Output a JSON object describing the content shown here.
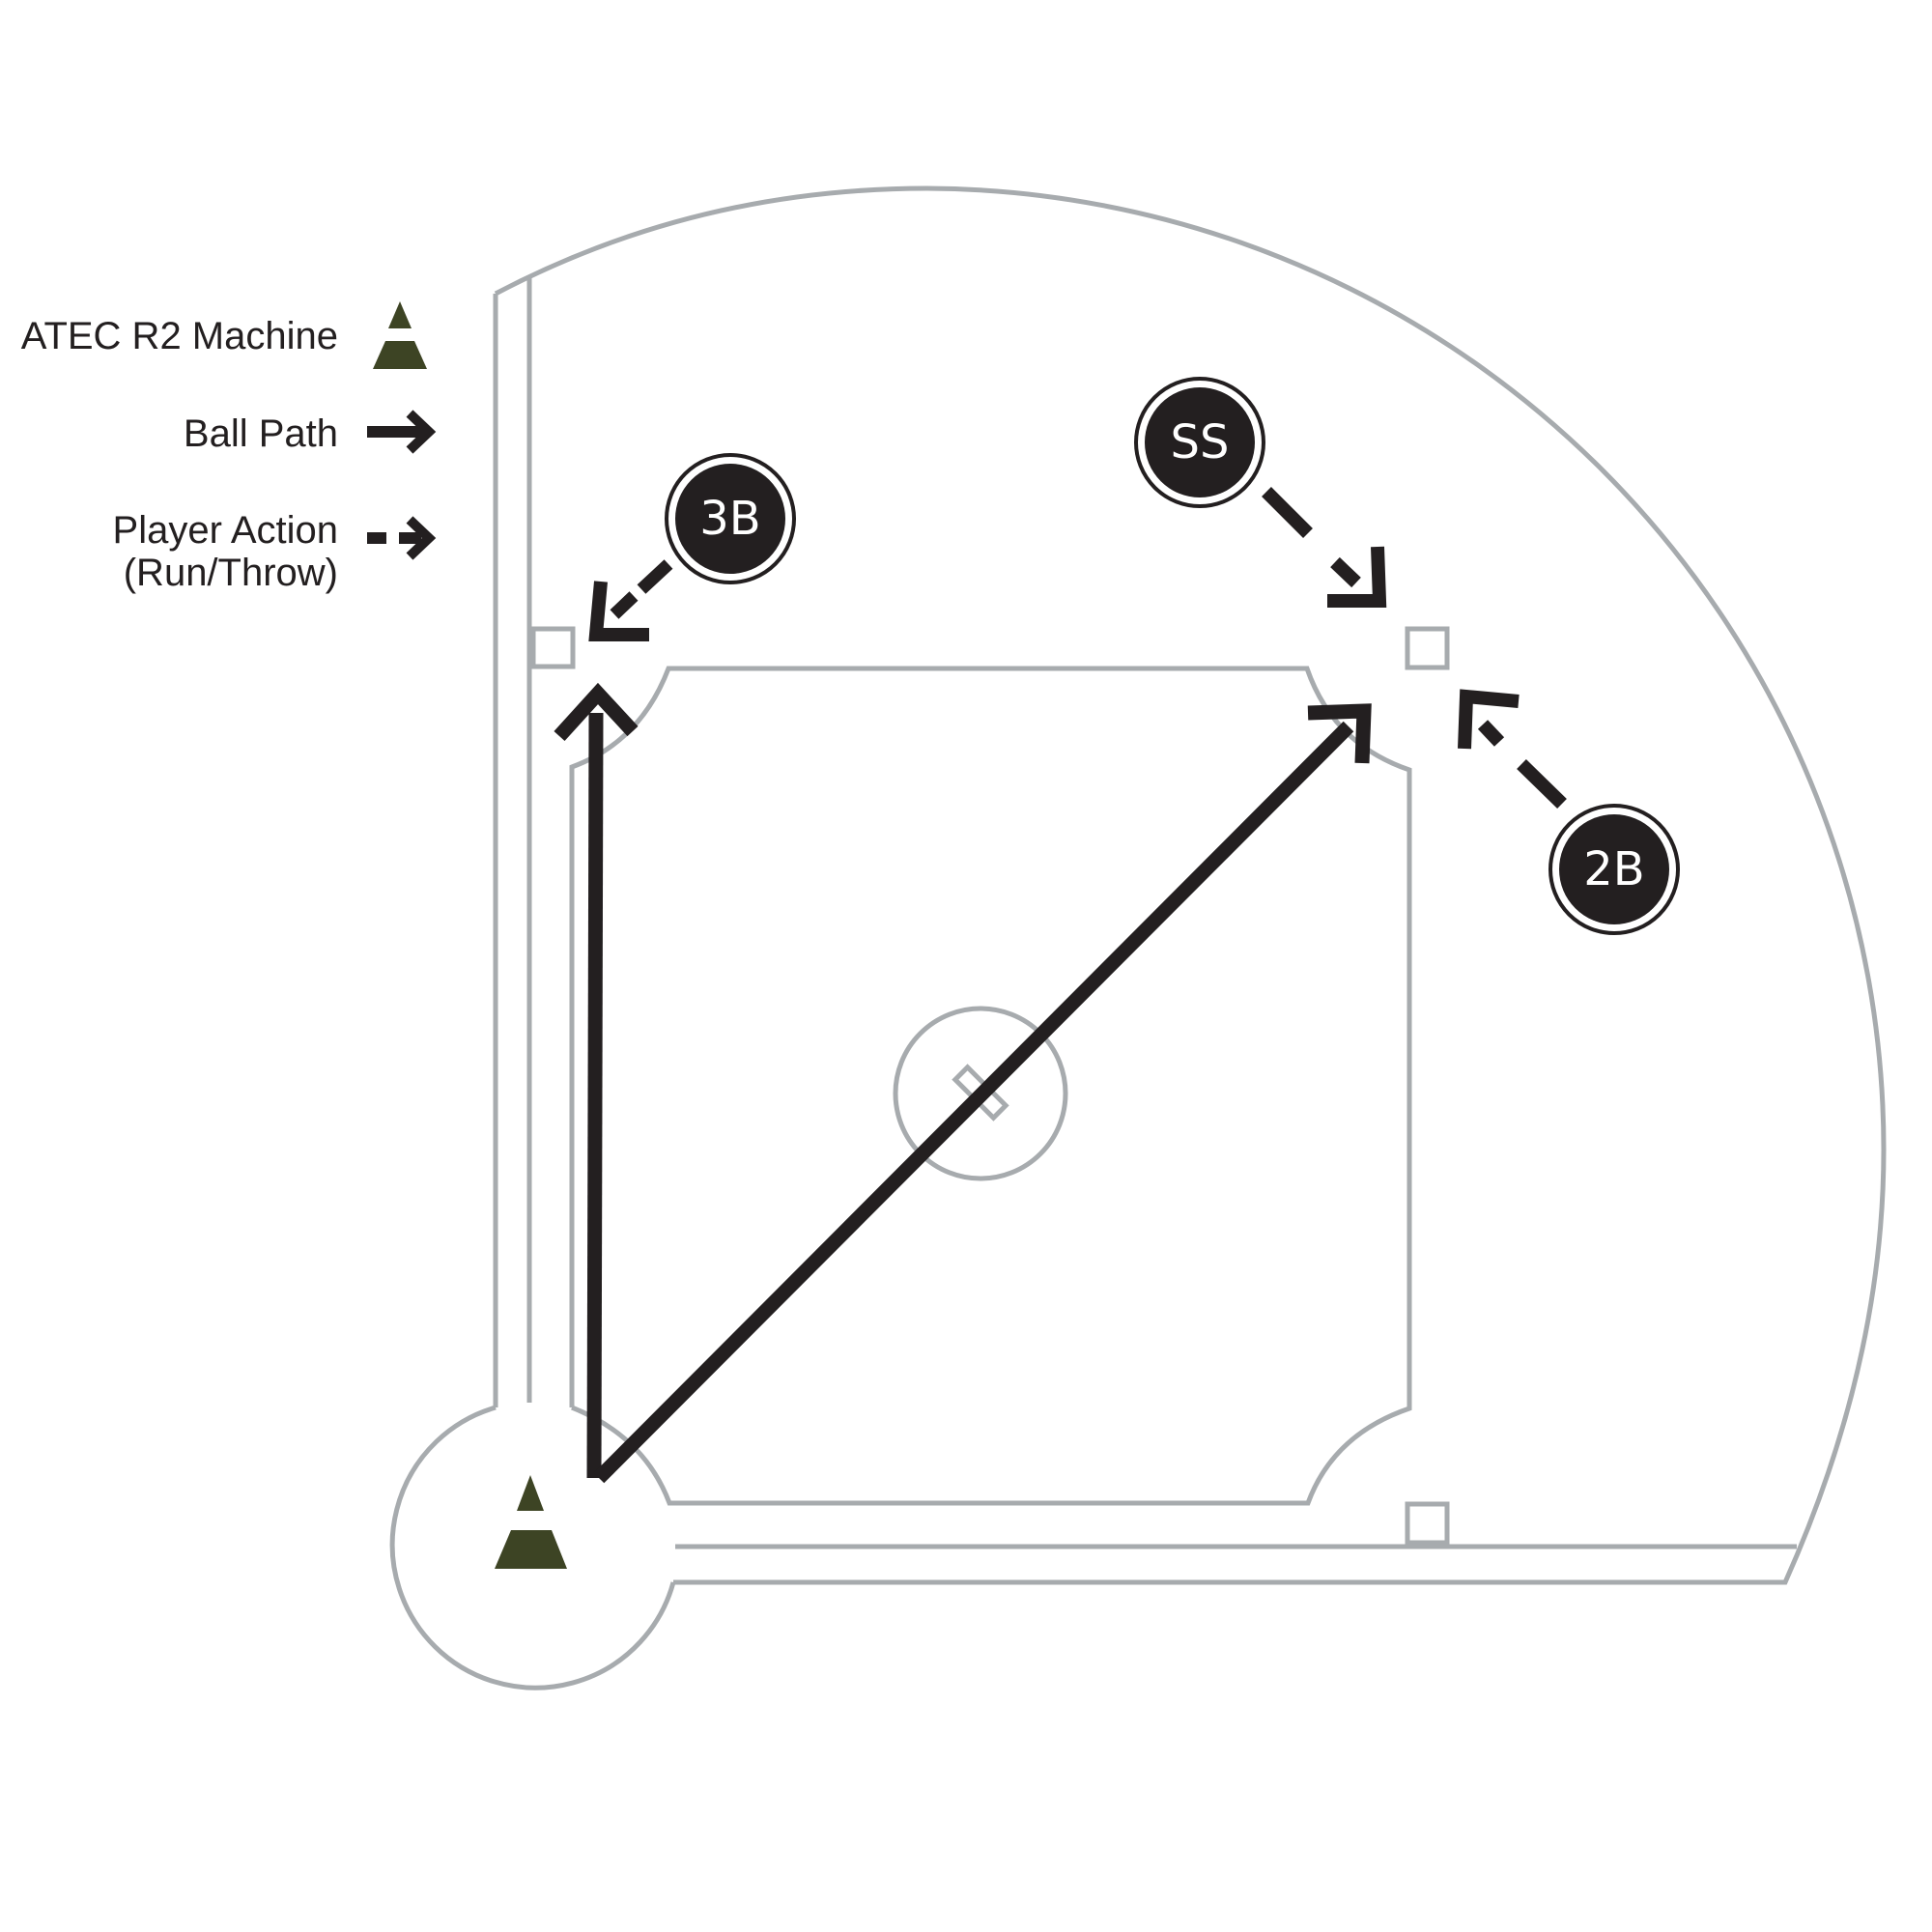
{
  "legend": {
    "machine_label": "ATEC R2 Machine",
    "ball_path_label": "Ball Path",
    "player_action_label_line1": "Player Action",
    "player_action_label_line2": "(Run/Throw)"
  },
  "players": {
    "ss": "SS",
    "third_base": "3B",
    "second_base": "2B"
  },
  "colors": {
    "field_line": "#a7abae",
    "arrow": "#231f20",
    "machine": "#3d4424",
    "player_fill": "#231f20"
  },
  "icons": [
    "triangle-machine-icon",
    "solid-arrow-icon",
    "dashed-arrow-icon"
  ]
}
